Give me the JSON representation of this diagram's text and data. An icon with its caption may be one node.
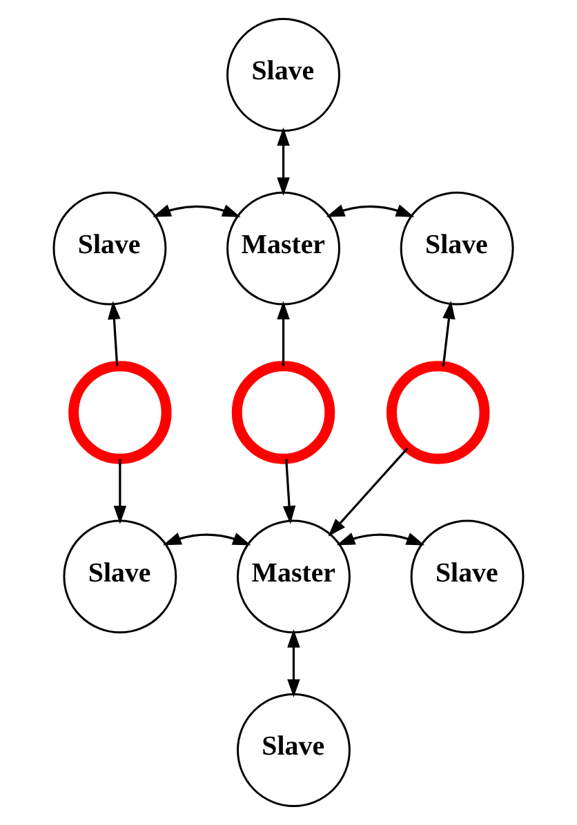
{
  "diagram": {
    "nodes": [
      {
        "text": [
          "Slave"
        ]
      },
      {
        "text": [
          "Slave"
        ]
      },
      {
        "text": [
          "Master"
        ]
      },
      {
        "text": [
          "Slave"
        ]
      },
      {
        "text": [],
        "shape": "prohibition"
      },
      {
        "text": [],
        "shape": "prohibition"
      },
      {
        "text": [],
        "shape": "prohibition"
      },
      {
        "text": [
          "Slave"
        ]
      },
      {
        "text": [
          "Master"
        ]
      },
      {
        "text": [
          "Slave"
        ]
      },
      {
        "text": [
          "Slave"
        ]
      }
    ],
    "edges": [
      {
        "from": 0,
        "to": 2,
        "arrow": "both"
      },
      {
        "from": 1,
        "to": 2,
        "arrow": "both"
      },
      {
        "from": 2,
        "to": 3,
        "arrow": "both"
      },
      {
        "from": 4,
        "to": 1,
        "arrow": "to"
      },
      {
        "from": 4,
        "to": 7,
        "arrow": "to"
      },
      {
        "from": 5,
        "to": 2,
        "arrow": "to"
      },
      {
        "from": 5,
        "to": 8,
        "arrow": "to"
      },
      {
        "from": 6,
        "to": 3,
        "arrow": "to"
      },
      {
        "from": 6,
        "to": 8,
        "arrow": "to"
      },
      {
        "from": 7,
        "to": 8,
        "arrow": "both"
      },
      {
        "from": 8,
        "to": 9,
        "arrow": "both"
      },
      {
        "from": 8,
        "to": 10,
        "arrow": "both"
      }
    ]
  }
}
